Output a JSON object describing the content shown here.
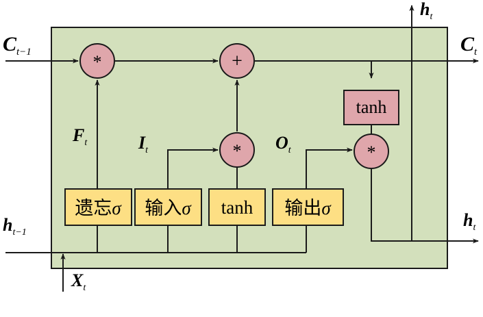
{
  "diagram": {
    "labels": {
      "c_prev": {
        "main": "C",
        "sub": "t−1"
      },
      "c_out": {
        "main": "C",
        "sub": "t"
      },
      "h_prev": {
        "main": "h",
        "sub": "t−1"
      },
      "h_top": {
        "main": "h",
        "sub": "t"
      },
      "h_right": {
        "main": "h",
        "sub": "t"
      },
      "x_in": {
        "main": "X",
        "sub": "t"
      },
      "forget": {
        "main": "F",
        "sub": "t"
      },
      "input": {
        "main": "I",
        "sub": "t"
      },
      "output": {
        "main": "O",
        "sub": "t"
      }
    },
    "ops": {
      "mult1": "*",
      "add": "+",
      "mult2": "*",
      "mult3": "*"
    },
    "gates": {
      "forget": {
        "text": "遗忘",
        "sigma": "σ"
      },
      "input": {
        "text": "输入",
        "sigma": "σ"
      },
      "tanh": {
        "text": "tanh"
      },
      "output": {
        "text": "输出",
        "sigma": "σ"
      }
    },
    "tanh_box": "tanh"
  },
  "colors": {
    "cell_bg": "#d3e0bc",
    "op_fill": "#dfa6ab",
    "gate_fill": "#fddf84",
    "stroke": "#1a1a1a"
  }
}
